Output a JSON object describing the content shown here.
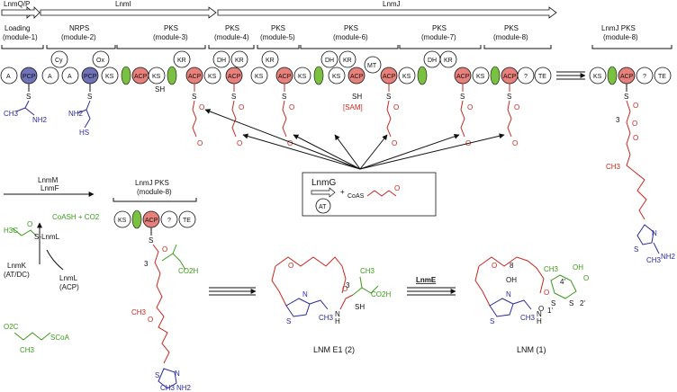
{
  "genes": {
    "lnmq": "LnmQ/P",
    "lnmi": "LnmI",
    "lnmj": "LnmJ"
  },
  "module_headers": [
    {
      "line1": "Loading",
      "line2": "(module-1)"
    },
    {
      "line1": "NRPS",
      "line2": "(module-2)"
    },
    {
      "line1": "PKS",
      "line2": "(module-3)"
    },
    {
      "line1": "PKS",
      "line2": "(module-4)"
    },
    {
      "line1": "PKS",
      "line2": "(module-5)"
    },
    {
      "line1": "PKS",
      "line2": "(module-6)"
    },
    {
      "line1": "PKS",
      "line2": "(module-7)"
    },
    {
      "line1": "PKS",
      "line2": "(module-8)"
    }
  ],
  "domains": {
    "a": "A",
    "pcp": "PCP",
    "cy": "Cy",
    "ox": "Ox",
    "ks": "KS",
    "acp": "ACP",
    "kr": "KR",
    "dh": "DH",
    "mt": "MT",
    "q": "?",
    "te": "TE"
  },
  "labels": {
    "sh": "SH",
    "sam": "[SAM]",
    "s": "S",
    "ch3": "CH3",
    "nh2": "NH2",
    "hs": "HS",
    "three": "3",
    "co2h": "CO2H",
    "n": "N",
    "h": "H",
    "o": "O",
    "oh": "OH",
    "eight": "8",
    "four_p": "4'",
    "one_p": "1'",
    "two_p": "2'"
  },
  "side_header": {
    "line1": "LnmJ PKS",
    "line2": "(module-8)"
  },
  "mid_header": {
    "line1": "LnmJ PKS",
    "line2": "(module-8)"
  },
  "lnmg": {
    "name": "LnmG",
    "at": "AT",
    "plus": "+",
    "coas": "CoAS"
  },
  "left": {
    "lnmm": "LnmM",
    "lnmf": "LnmF",
    "s_lnml": "S-LnmL",
    "h3c": "H3C",
    "coash": "CoASH + CO2",
    "lnmk": "LnmK",
    "atdc": "(AT/DC)",
    "lnml": "LnmL",
    "acp": "(ACP)",
    "scoa": "SCoA",
    "o2c": "O2C"
  },
  "compounds": {
    "e1": "LNM E1 (2)",
    "lnm": "LNM (1)",
    "lnme": "LnmE"
  },
  "colors": {
    "pcp": "#6f73b8",
    "acp": "#e8807b",
    "linker": "#7ac142",
    "red": "#c8281e",
    "blue": "#2a2aa0",
    "green": "#3a9a1a"
  }
}
